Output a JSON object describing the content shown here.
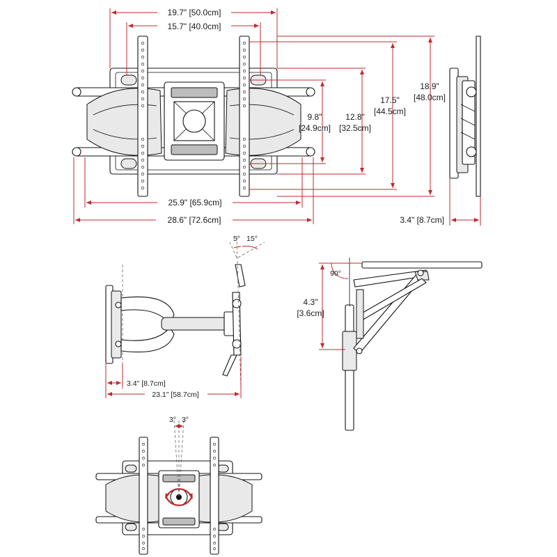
{
  "front_view": {
    "dims": {
      "width_outer": "19.7\" [50.0cm]",
      "width_inner": "15.7\" [40.0cm]",
      "h_small": "9.8\"",
      "h_small_cm": "[24.9cm]",
      "h_mid": "12.8\"",
      "h_mid_cm": "[32.5cm]",
      "h_large": "17.5\"",
      "h_large_cm": "[44.5cm]",
      "h_total": "18.9\"",
      "h_total_cm": "[48.0cm]",
      "arm_width": "25.9\" [65.9cm]",
      "total_width": "28.6\" [72.6cm]",
      "depth": "3.4\" [8.7cm]"
    }
  },
  "side_view": {
    "dims": {
      "tilt_fwd": "5°",
      "tilt_back": "15°",
      "depth_min": "3.4\" [8.7cm]",
      "extension": "23.1\" [58.7cm]"
    }
  },
  "top_view": {
    "dims": {
      "swivel_angle": "90°",
      "vertical": "4.3\"",
      "vertical_cm": "[3.6cm]"
    }
  },
  "rotation_view": {
    "dims": {
      "rot_left": "3°",
      "rot_right": "3°"
    }
  },
  "colors": {
    "dimension_line": "#c0282d",
    "outline": "#111111",
    "label_text": "#1a1a1a"
  }
}
